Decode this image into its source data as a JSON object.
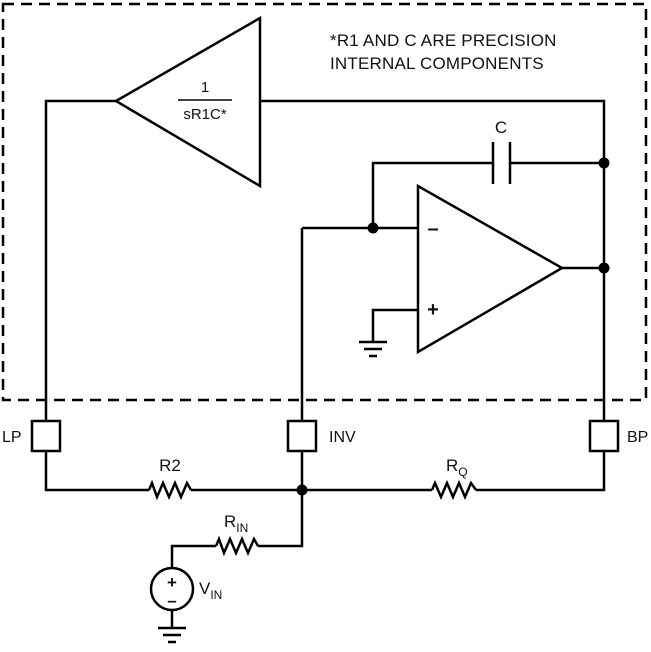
{
  "note": {
    "line1": "*R1 AND C ARE PRECISION",
    "line2": "INTERNAL COMPONENTS"
  },
  "integrator": {
    "numerator": "1",
    "denominator": "sR1C*"
  },
  "capacitor": {
    "label": "C"
  },
  "opamp": {
    "inverting_symbol": "–",
    "noninverting_symbol": "+"
  },
  "pins": {
    "lp": "LP",
    "inv": "INV",
    "bp": "BP"
  },
  "resistors": {
    "r2": "R2",
    "rq_main": "R",
    "rq_sub": "Q",
    "rin_main": "R",
    "rin_sub": "IN"
  },
  "source": {
    "label_main": "V",
    "label_sub": "IN",
    "plus": "+",
    "minus": "–"
  }
}
